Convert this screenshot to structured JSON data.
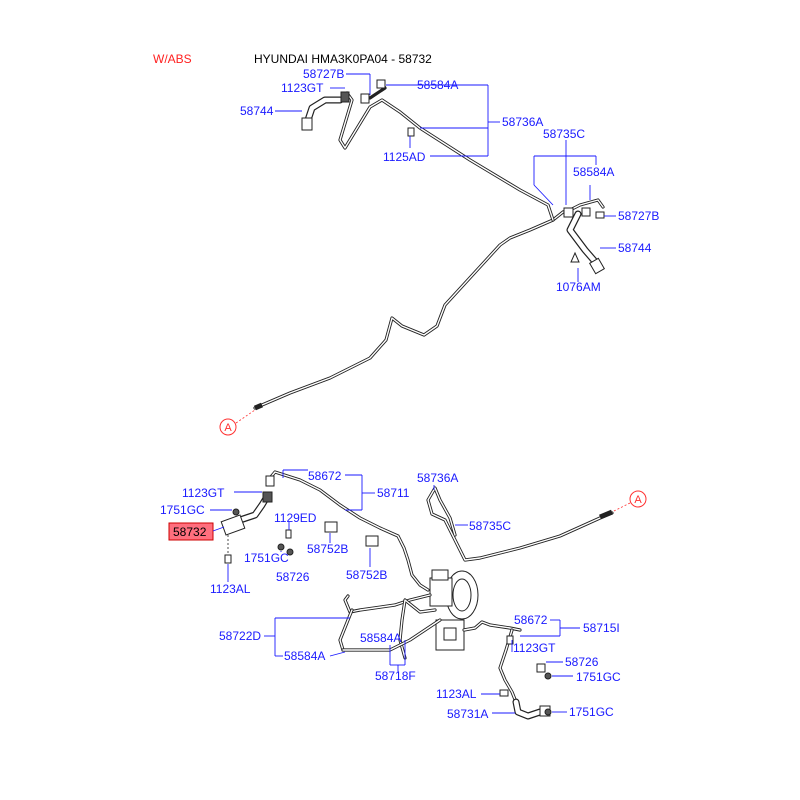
{
  "header": {
    "variant": "W/ABS",
    "variant_color": "#ff2020",
    "title": "HYUNDAI HMA3K0PA04 - 58732"
  },
  "colors": {
    "label": "#1a1aff",
    "highlight_fill": "#ff6f7e",
    "highlight_border": "#cc0000",
    "marker": "#ff3030"
  },
  "labels": {
    "t_58727B": "58727B",
    "t_1123GT": "1123GT",
    "t_58584A": "58584A",
    "t_58744": "58744",
    "t_58736A": "58736A",
    "t_1125AD": "1125AD",
    "t_58735C": "58735C",
    "r_58584A": "58584A",
    "r_58727B": "58727B",
    "r_58744": "58744",
    "r_1076AM": "1076AM",
    "b_58672": "58672",
    "b_1123GT": "1123GT",
    "b_58711": "58711",
    "b_1751GC": "1751GC",
    "b_1129ED": "1129ED",
    "b_58732": "58732",
    "b_58752B_1": "58752B",
    "b_1751GC_2": "1751GC",
    "b_58726": "58726",
    "b_58752B_2": "58752B",
    "b_1123AL": "1123AL",
    "b_58736A": "58736A",
    "b_58735C": "58735C",
    "b_58722D": "58722D",
    "b_58584A_1": "58584A",
    "b_58584A_2": "58584A",
    "b_58718F": "58718F",
    "b_58672_2": "58672",
    "b_58715I": "58715I",
    "b_1123GT_2": "1123GT",
    "b_58726_2": "58726",
    "b_1751GC_3": "1751GC",
    "b_1123AL_2": "1123AL",
    "b_58731A": "58731A",
    "b_1751GC_4": "1751GC"
  },
  "markers": {
    "a_top": "A",
    "a_bottom": "A"
  }
}
